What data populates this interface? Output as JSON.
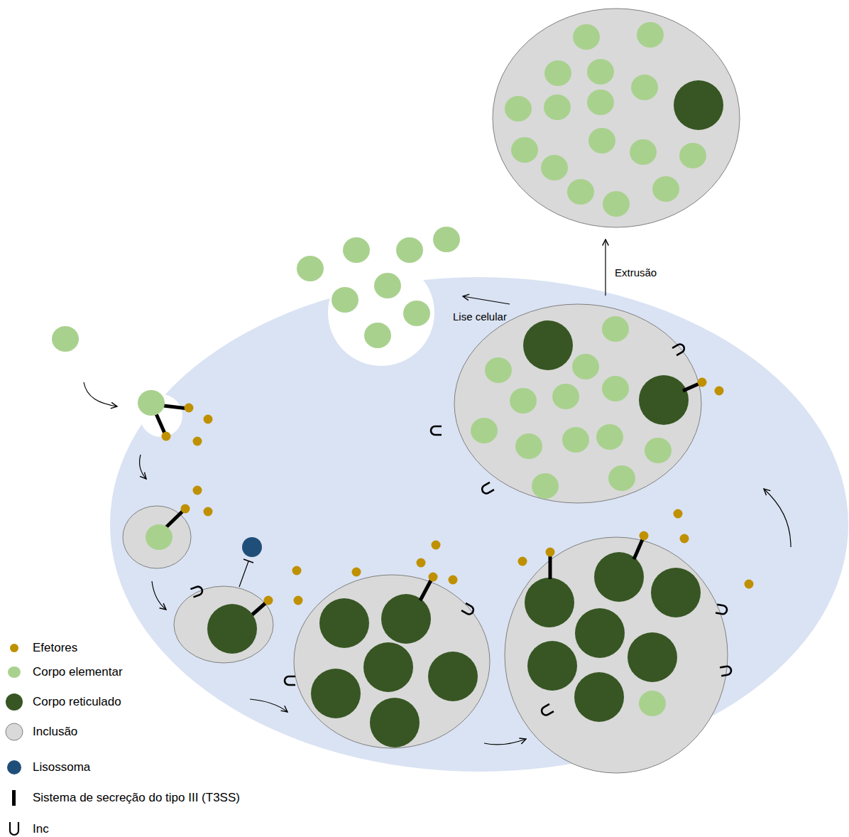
{
  "diagram": {
    "labels": [
      "Lise celular",
      "Extrusão"
    ],
    "legend": [
      {
        "text": "Efetores",
        "color": "#bf9000"
      },
      {
        "text": "Corpo elementar",
        "color": "#a9d18e"
      },
      {
        "text": "Corpo reticulado",
        "color": "#375623"
      },
      {
        "text": "Inclusão",
        "color": "#d9d9d9"
      },
      {
        "text": "Lisossoma",
        "color": "#1f4e79"
      },
      {
        "text": "Sistema de secreção do tipo III (T3SS)"
      },
      {
        "text": "Inc"
      }
    ]
  }
}
